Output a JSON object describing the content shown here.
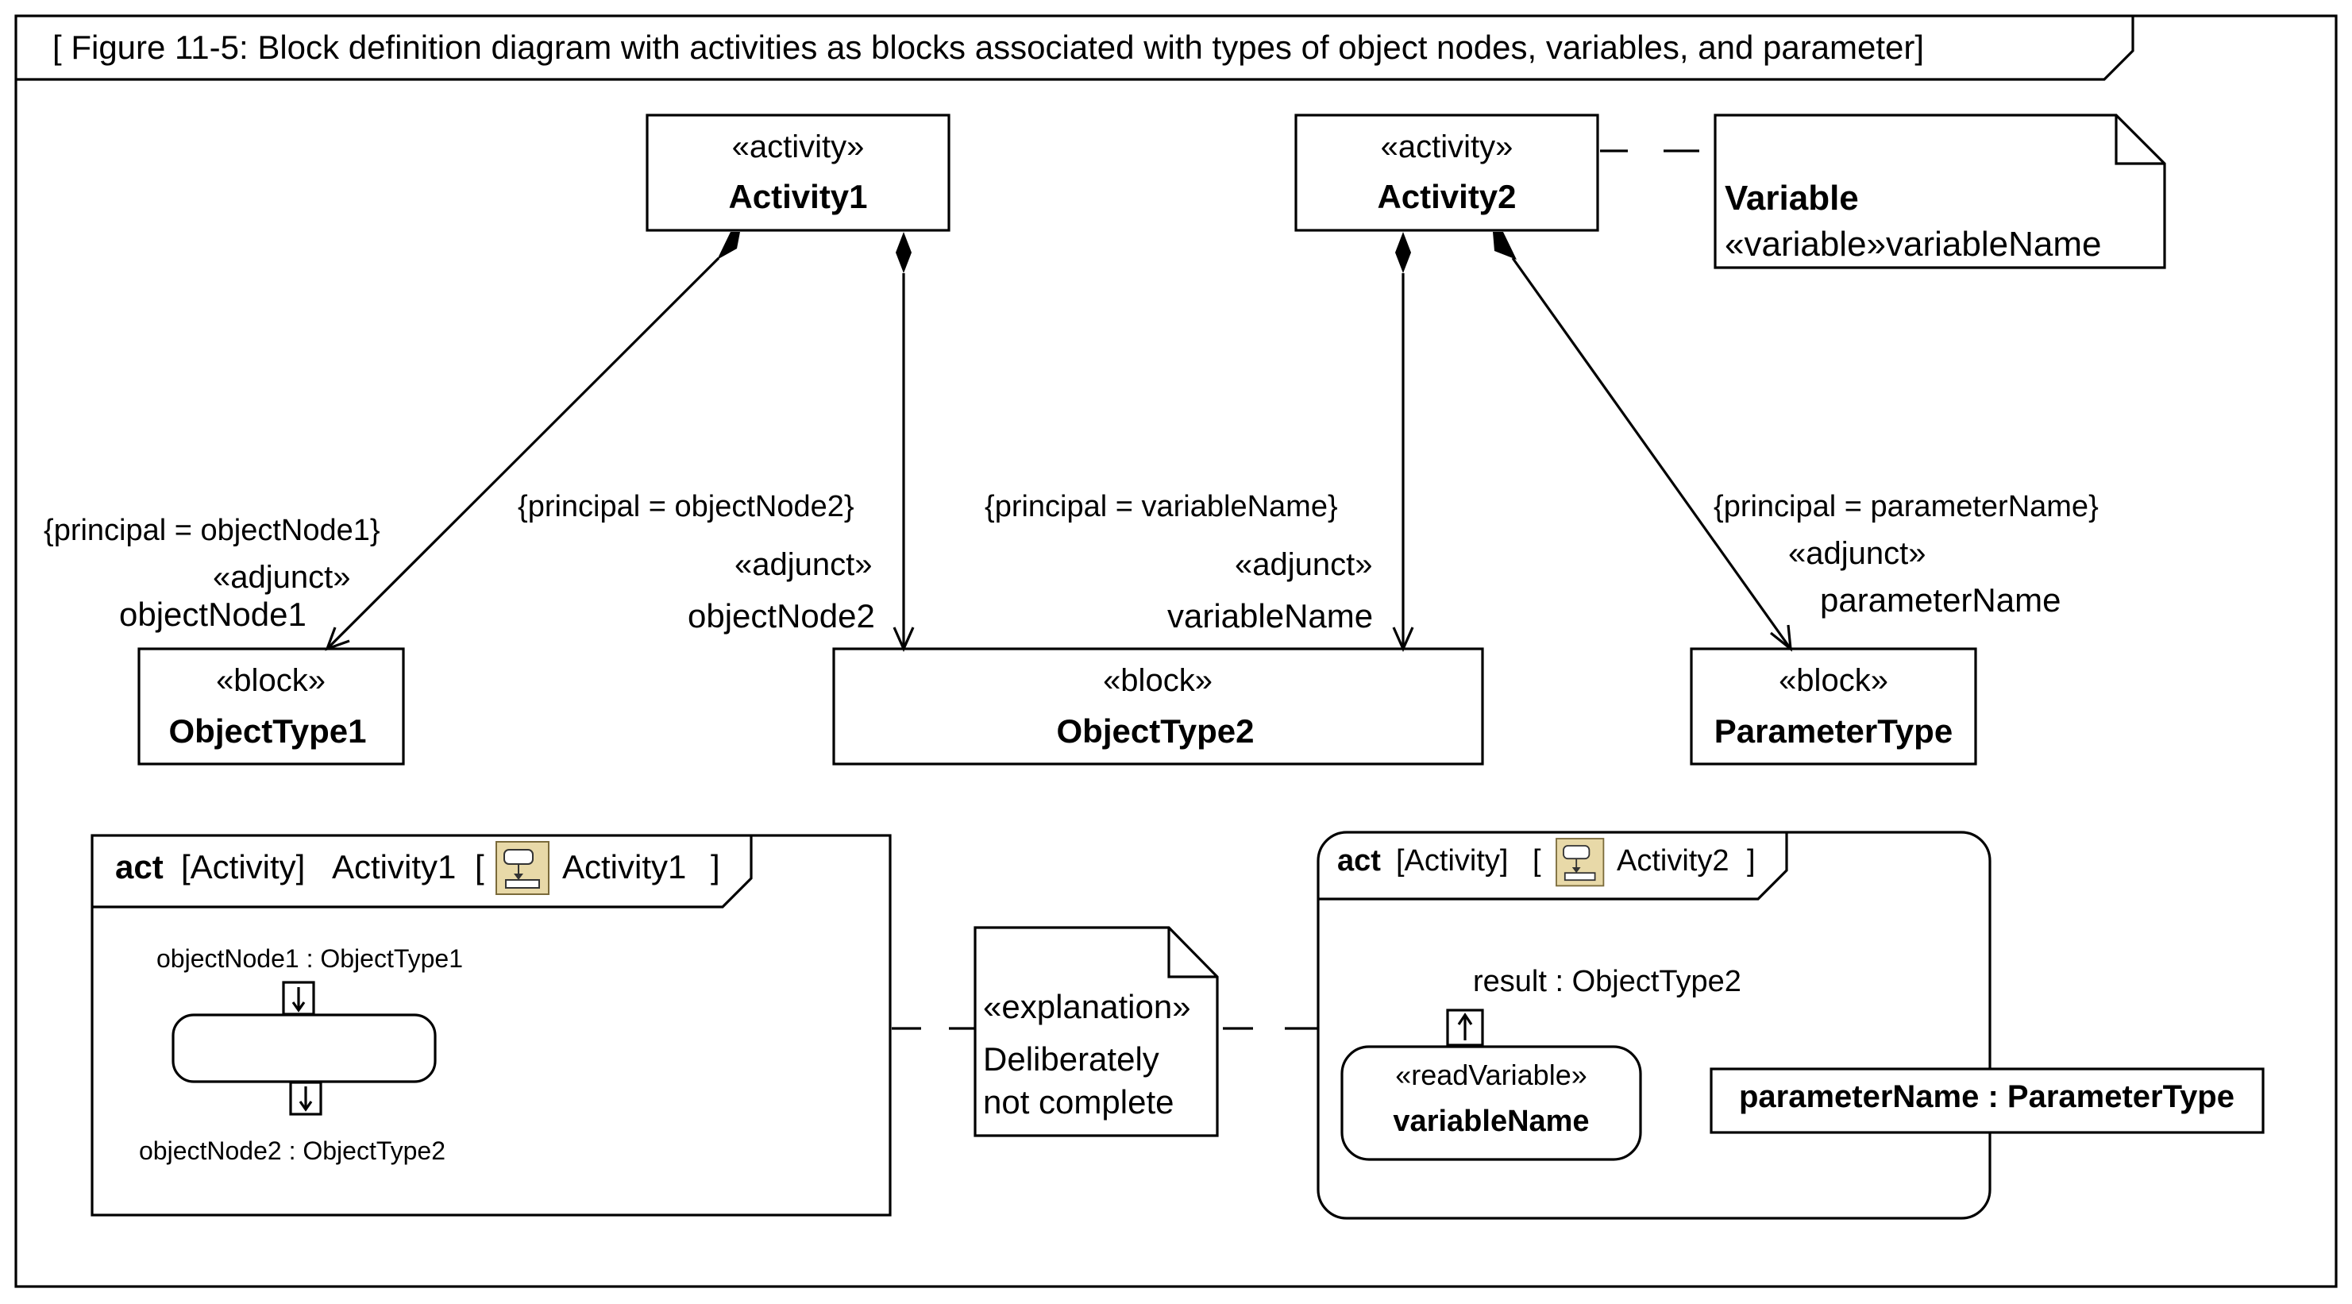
{
  "frame": {
    "title": "[ Figure 11-5: Block definition diagram with activities as blocks associated with types of object nodes, variables, and parameter]"
  },
  "blocks": {
    "activity1": {
      "stereotype": "«activity»",
      "name": "Activity1"
    },
    "activity2": {
      "stereotype": "«activity»",
      "name": "Activity2"
    },
    "objectType1": {
      "stereotype": "«block»",
      "name": "ObjectType1"
    },
    "objectType2": {
      "stereotype": "«block»",
      "name": "ObjectType2"
    },
    "parameterType": {
      "stereotype": "«block»",
      "name": "ParameterType"
    }
  },
  "note_variable": {
    "title": "Variable",
    "text": "«variable»variableName"
  },
  "associations": {
    "a1": {
      "constraint": "{principal = objectNode1}",
      "stereotype": "«adjunct»",
      "role": "objectNode1"
    },
    "a2": {
      "constraint": "{principal = objectNode2}",
      "stereotype": "«adjunct»",
      "role": "objectNode2"
    },
    "a3": {
      "constraint": "{principal = variableName}",
      "stereotype": "«adjunct»",
      "role": "variableName"
    },
    "a4": {
      "constraint": "{principal = parameterName}",
      "stereotype": "«adjunct»",
      "role": "parameterName"
    }
  },
  "act1": {
    "keyword": "act",
    "kind": "[Activity]",
    "name": "Activity1",
    "bracket_open": "[",
    "ref": "Activity1",
    "bracket_close": "]",
    "pin_in": "objectNode1 : ObjectType1",
    "pin_out": "objectNode2 : ObjectType2"
  },
  "note_explanation": {
    "stereotype": "«explanation»",
    "line1": "Deliberately",
    "line2": "not complete"
  },
  "act2": {
    "keyword": "act",
    "kind": "[Activity]",
    "bracket_open": "[",
    "ref": "Activity2",
    "bracket_close": "]",
    "pin_out": "result : ObjectType2",
    "action_stereotype": "«readVariable»",
    "action_name": "variableName",
    "parameter": "parameterName : ParameterType"
  },
  "icons": {
    "activity_icon": "activity-diagram-icon"
  }
}
